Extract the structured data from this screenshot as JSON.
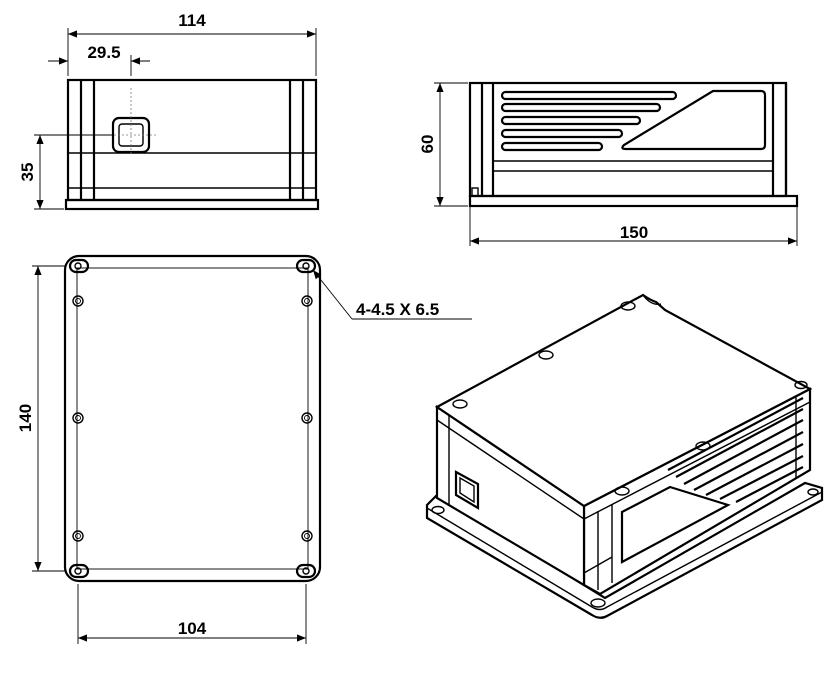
{
  "dimensions": {
    "front_width": "114",
    "window_offset": "29.5",
    "window_height": "35",
    "side_height": "60",
    "side_length": "150",
    "plan_length": "140",
    "hole_spacing": "104",
    "mounting_holes": "4-4.5 X 6.5"
  },
  "colors": {
    "line": "#000000",
    "background": "#ffffff",
    "center_line": "#777777"
  }
}
